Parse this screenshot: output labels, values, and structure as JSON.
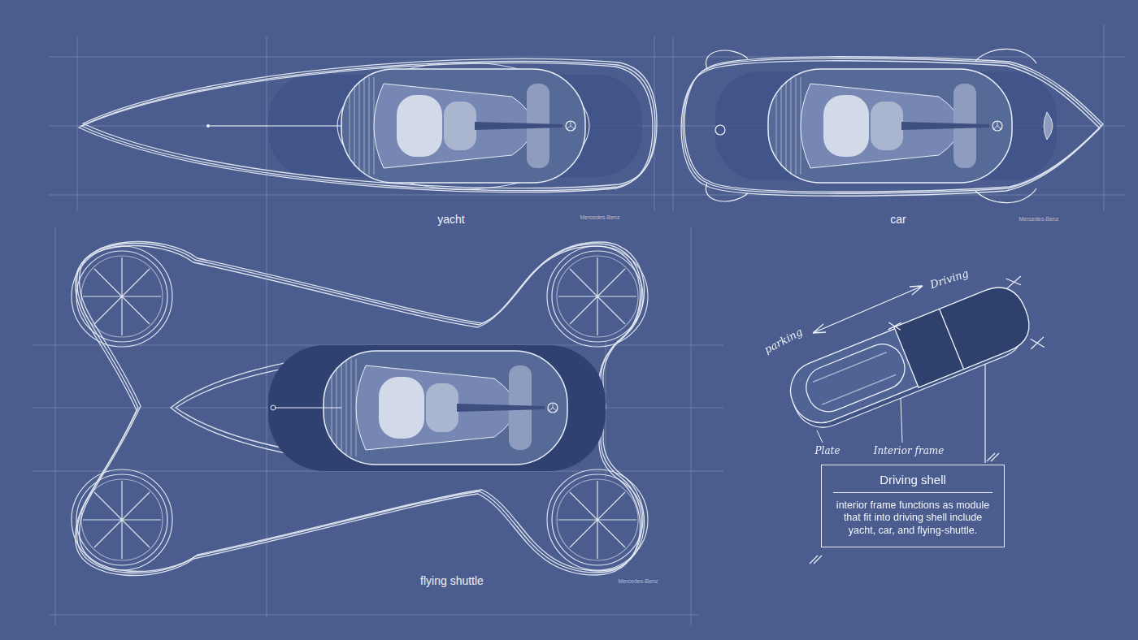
{
  "diagram": {
    "nodes": [
      {
        "text": [
          "Driving shell",
          "interior frame functions as module that fit into driving shell include yacht, car, and flying-shuttle."
        ]
      }
    ],
    "labels": [
      "yacht",
      "Mercedes-Benz",
      "car",
      "Mercedes-Benz",
      "flying shuttle",
      "Mercedes-Benz",
      "Driving",
      "parking",
      "Plate",
      "Interior frame"
    ]
  }
}
